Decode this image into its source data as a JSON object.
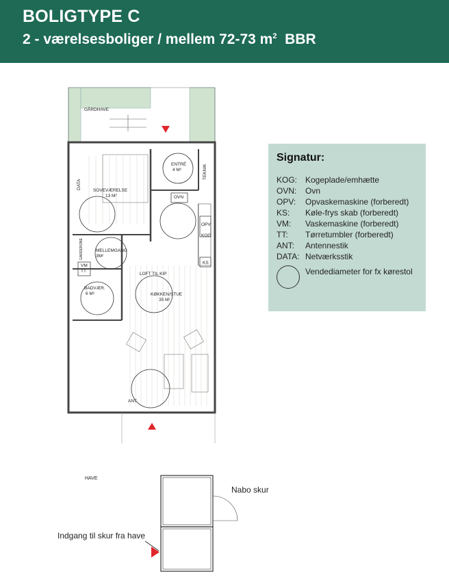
{
  "header": {
    "title": "BOLIGTYPE C",
    "subtitle_main": "2 - værelsesboliger / mellem 72-73 m",
    "subtitle_sup": "2",
    "subtitle_tail": "BBR"
  },
  "plan": {
    "labels": {
      "gardhave": "GÅRDHAVE",
      "entre": "ENTRÉ",
      "entre_area": "4 M²",
      "teknik": "TEKNIK",
      "data": "DATA",
      "sovevaerelse": "SOVEVÆRELSE",
      "sovevaerelse_area": "13 M²",
      "ovn": "OVN",
      "opv": "OPV",
      "kog": "KOG",
      "ks": "KS",
      "garderobe": "GARDEROBE",
      "mellemgang": "MELLEMGANG",
      "mellemgang_area": "3M²",
      "vm": "VM",
      "tt": "TT",
      "loft": "LOFT TIL KIP",
      "badvaerelse": "BADVÆR.",
      "badvaerelse_area": "6 M²",
      "kokken": "KØKKEN/STUE",
      "kokken_area": "35 M²",
      "ant": "ANT"
    }
  },
  "legend": {
    "heading": "Signatur:",
    "items": [
      {
        "abbr": "KOG:",
        "text": "Kogeplade/emhætte"
      },
      {
        "abbr": "OVN:",
        "text": "Ovn"
      },
      {
        "abbr": "OPV:",
        "text": "Opvaskemaskine (forberedt)"
      },
      {
        "abbr": "KS:",
        "text": "Køle-frys skab (forberedt)"
      },
      {
        "abbr": "VM:",
        "text": "Vaskemaskine (forberedt)"
      },
      {
        "abbr": "TT:",
        "text": "Tørretumbler (forberedt)"
      },
      {
        "abbr": "ANT:",
        "text": "Antennestik"
      },
      {
        "abbr": "DATA:",
        "text": "Netværksstik"
      }
    ],
    "circle_label": "Vendediameter for fx kørestol"
  },
  "shed": {
    "have": "HAVE",
    "nabo": "Nabo skur",
    "entrance": "Indgang til skur fra have"
  },
  "colors": {
    "header_bg": "#1e6a55",
    "legend_bg": "#c3dad3",
    "garden_green": "#cfe3cf",
    "arrow_red": "#e0262c"
  }
}
